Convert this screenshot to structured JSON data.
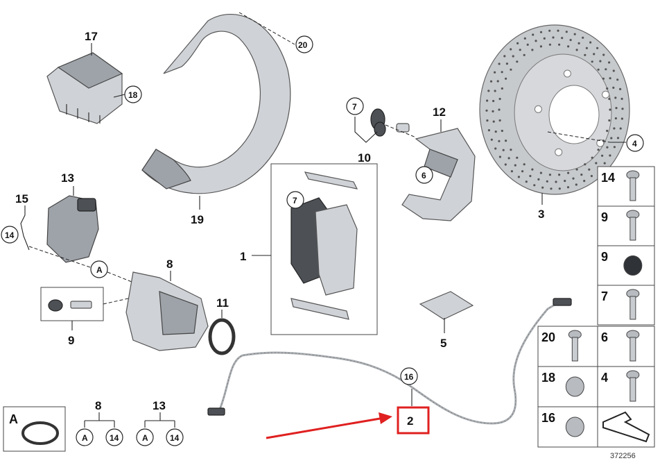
{
  "diagram": {
    "labels": {
      "p1": "1",
      "p2": "2",
      "p3": "3",
      "p4": "4",
      "p5": "5",
      "p6": "6",
      "p7a": "7",
      "p7b": "7",
      "p8": "8",
      "p9": "9",
      "p10": "10",
      "p11": "11",
      "p12": "12",
      "p13": "13",
      "p14": "14",
      "p15": "15",
      "p16": "16",
      "p17": "17",
      "p18": "18",
      "p19": "19",
      "p20": "20",
      "pA": "A"
    },
    "legend": {
      "a_label": "A",
      "tree8": {
        "root": "8",
        "left": "A",
        "right": "14"
      },
      "tree13": {
        "root": "13",
        "left": "A",
        "right": "14"
      }
    },
    "grid": {
      "cells": [
        {
          "num": "14",
          "icon": "hex-bolt-icon"
        },
        {
          "num": "9",
          "icon": "bleeder-screw-icon"
        },
        {
          "num": "9",
          "icon": "dust-cap-icon"
        },
        {
          "num": "7",
          "icon": "guide-bolt-icon"
        },
        {
          "num": "20",
          "icon": "flange-bolt-icon"
        },
        {
          "num": "6",
          "icon": "collar-bolt-icon"
        },
        {
          "num": "18",
          "icon": "hex-nut-icon"
        },
        {
          "num": "4",
          "icon": "countersunk-screw-icon"
        },
        {
          "num": "16",
          "icon": "cable-clip-icon"
        },
        {
          "num": "",
          "icon": "wrench-tool-icon"
        }
      ]
    },
    "highlight": {
      "label": "2",
      "color": "#e02020"
    },
    "catalog_number": "372256"
  }
}
